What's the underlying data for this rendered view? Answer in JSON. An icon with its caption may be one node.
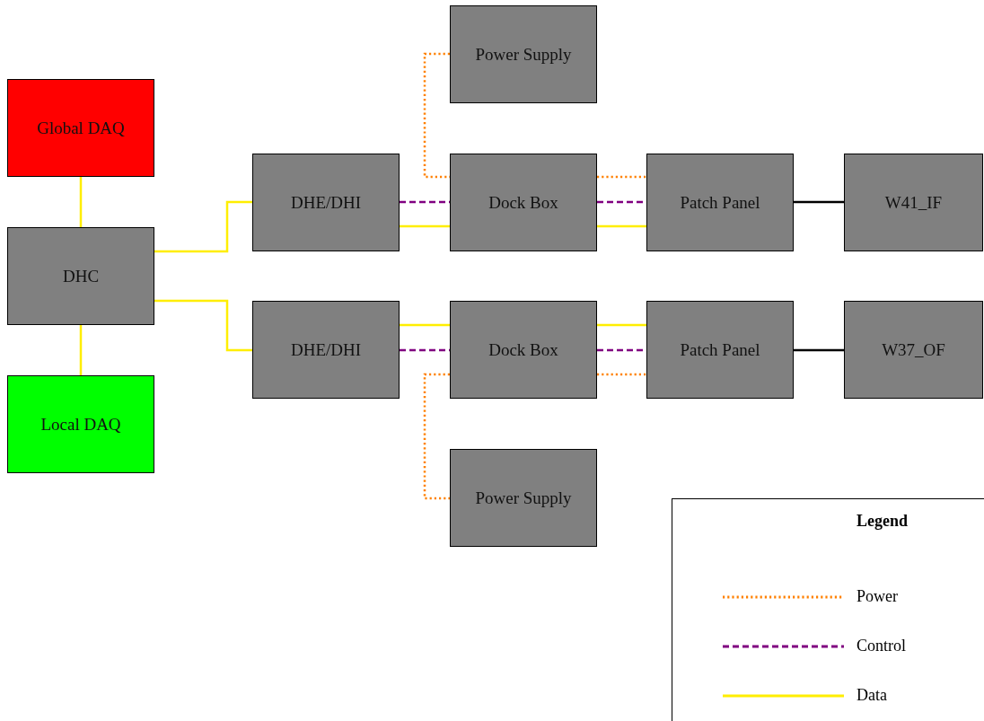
{
  "diagram": {
    "nodes": [
      {
        "text": [
          "Power Supply"
        ]
      },
      {
        "text": [
          "Global DAQ"
        ]
      },
      {
        "text": [
          "DHE/DHI"
        ]
      },
      {
        "text": [
          "Dock Box"
        ]
      },
      {
        "text": [
          "Patch Panel"
        ]
      },
      {
        "text": [
          "W41_IF"
        ]
      },
      {
        "text": [
          "DHC"
        ]
      },
      {
        "text": [
          "DHE/DHI"
        ]
      },
      {
        "text": [
          "Dock Box"
        ]
      },
      {
        "text": [
          "Patch Panel"
        ]
      },
      {
        "text": [
          "W37_OF"
        ]
      },
      {
        "text": [
          "Local DAQ"
        ]
      },
      {
        "text": [
          "Power Supply"
        ]
      }
    ],
    "edges": [
      {
        "from": 1,
        "to": 6,
        "arrow": "none"
      },
      {
        "from": 6,
        "to": 11,
        "arrow": "none"
      },
      {
        "from": 6,
        "to": 2,
        "arrow": "none"
      },
      {
        "from": 6,
        "to": 7,
        "arrow": "none"
      },
      {
        "from": 0,
        "to": 3,
        "arrow": "none",
        "style": "dashed",
        "color": "#ff8000"
      },
      {
        "from": 2,
        "to": 3,
        "arrow": "none",
        "style": "dashed",
        "color": "#800080"
      },
      {
        "from": 2,
        "to": 3,
        "arrow": "none"
      },
      {
        "from": 3,
        "to": 4,
        "arrow": "none",
        "style": "dashed",
        "color": "#ff8000"
      },
      {
        "from": 3,
        "to": 4,
        "arrow": "none",
        "style": "dashed",
        "color": "#800080"
      },
      {
        "from": 3,
        "to": 4,
        "arrow": "none"
      },
      {
        "from": 4,
        "to": 5,
        "arrow": "none",
        "color": "#000000"
      },
      {
        "from": 7,
        "to": 8,
        "arrow": "none"
      },
      {
        "from": 7,
        "to": 8,
        "arrow": "none",
        "style": "dashed",
        "color": "#800080"
      },
      {
        "from": 8,
        "to": 9,
        "arrow": "none"
      },
      {
        "from": 8,
        "to": 9,
        "arrow": "none",
        "style": "dashed",
        "color": "#800080"
      },
      {
        "from": 8,
        "to": 9,
        "arrow": "none",
        "style": "dashed",
        "color": "#ff8000"
      },
      {
        "from": 9,
        "to": 10,
        "arrow": "none",
        "color": "#000000"
      },
      {
        "from": 8,
        "to": 12,
        "arrow": "none",
        "style": "dashed",
        "color": "#ff8000"
      }
    ],
    "labels": [
      "Legend"
    ],
    "legend": [
      {
        "text": "Power"
      },
      {
        "text": "Control"
      },
      {
        "text": "Data"
      }
    ]
  }
}
